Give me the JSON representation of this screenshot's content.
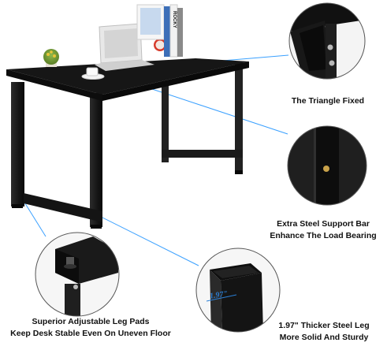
{
  "captions": {
    "triangle": "The Triangle Fixed",
    "bar_line1": "Extra Steel Support Bar",
    "bar_line2": "Enhance The Load Bearing",
    "pads_line1": "Superior Adjustable Leg Pads",
    "pads_line2": "Keep Desk Stable Even On Uneven Floor",
    "leg_line1": "1.97\" Thicker Steel Leg",
    "leg_line2": "More Solid And Sturdy"
  },
  "measurement": "1.97\"",
  "book_spine": "ROCKY",
  "colors": {
    "desktop": "#151515",
    "frame": "#1d1d1d",
    "accent_line": "#3aa0ff",
    "measure_text": "#2a7fd6"
  }
}
